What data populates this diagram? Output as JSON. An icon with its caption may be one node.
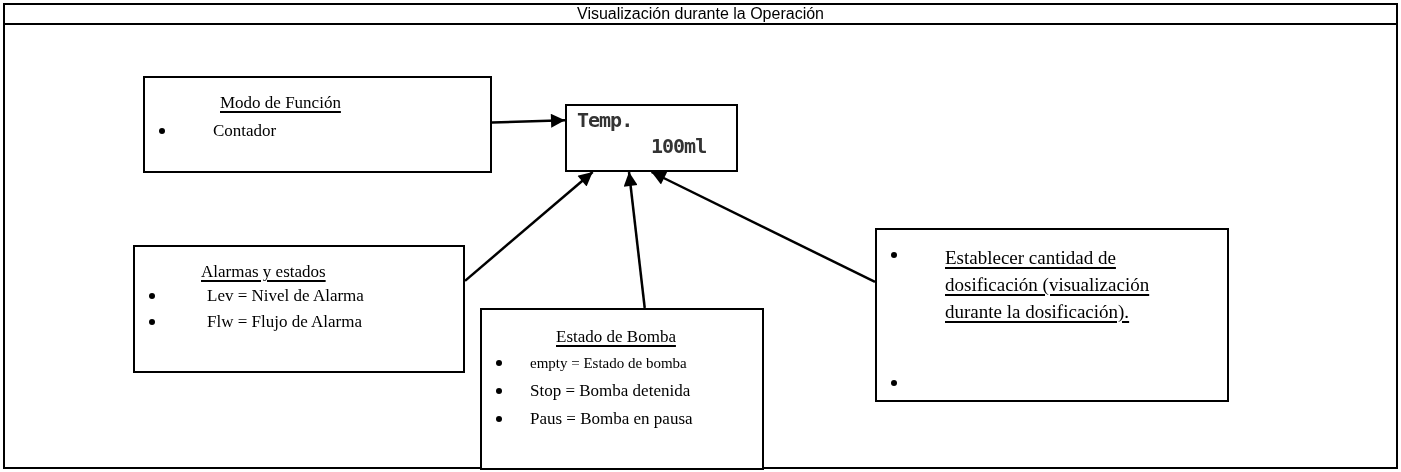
{
  "diagram": {
    "title": "Visualización durante la Operación",
    "nodes": [
      {
        "text": [
          "Modo de Función",
          "Contador"
        ]
      },
      {
        "text": [
          "Temp.",
          "100ml"
        ]
      },
      {
        "text": [
          "Alarmas y estados",
          "Lev = Nivel de Alarma",
          "Flw = Flujo de Alarma"
        ]
      },
      {
        "text": [
          "Estado de Bomba",
          "empty = Estado de bomba",
          "Stop = Bomba detenida",
          "Paus = Bomba en pausa"
        ]
      },
      {
        "text": [
          "Establecer cantidad de dosificación (visualización durante la dosificación)."
        ]
      }
    ],
    "edges": [
      {
        "from": 0,
        "to": 1,
        "arrow": "to"
      },
      {
        "from": 2,
        "to": 1,
        "arrow": "to"
      },
      {
        "from": 3,
        "to": 1,
        "arrow": "to"
      },
      {
        "from": 4,
        "to": 1,
        "arrow": "to"
      }
    ]
  }
}
